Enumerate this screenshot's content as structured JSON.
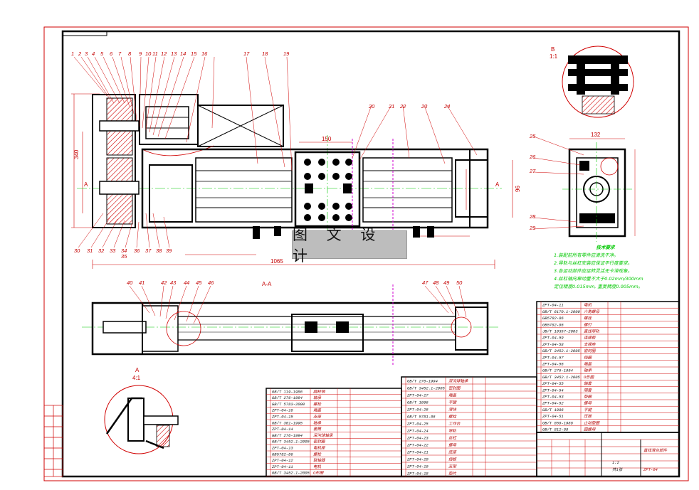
{
  "watermark": "图 文 设 计",
  "section_label": "A-A",
  "detail_b_label": "B",
  "detail_b_scale": "1:1",
  "detail_a_label": "A",
  "detail_a_scale": "4:1",
  "view_marker": "A",
  "balloons_top": [
    "1",
    "2",
    "3",
    "4",
    "5",
    "6",
    "7",
    "8",
    "9",
    "10",
    "11",
    "12",
    "13",
    "14",
    "15",
    "16",
    "17",
    "18",
    "19"
  ],
  "balloons_mid": [
    "20",
    "21",
    "22",
    "23",
    "24"
  ],
  "balloons_right": [
    "25",
    "26",
    "27",
    "28",
    "29"
  ],
  "balloons_bottom": [
    "30",
    "31",
    "32",
    "33",
    "34",
    "35",
    "36",
    "37",
    "38",
    "39"
  ],
  "balloons_section": [
    "40",
    "41",
    "42",
    "43",
    "44",
    "45",
    "46",
    "47",
    "48",
    "49",
    "50"
  ],
  "dimensions": {
    "overall": "1065",
    "span": "150",
    "width_side": "132",
    "height_left": "340",
    "height_right": "96"
  },
  "notes": {
    "title": "技术要求",
    "lines": [
      "1.装配前所有零件应清洗干净。",
      "2.导轨与丝杠安装应保证平行度要求。",
      "3.各运动部件应运转灵活无卡滞现象。",
      "4.丝杠轴向窜动量不大于0.02mm/300mm",
      "定位精度0.015mm, 重复精度0.005mm。"
    ]
  },
  "bom_left": [
    {
      "code": "GB/T 119-1986",
      "name": "圆柱销"
    },
    {
      "code": "GB/T 276-1994",
      "name": "轴承"
    },
    {
      "code": "GB/T 5783-2000",
      "name": "螺栓"
    },
    {
      "code": "ZPT-04-16",
      "name": "端盖"
    },
    {
      "code": "ZPT-04-15",
      "name": "支座"
    },
    {
      "code": "GB/T 301-1995",
      "name": "轴承"
    },
    {
      "code": "ZPT-04-14",
      "name": "套筒"
    },
    {
      "code": "GB/T 276-1994",
      "name": "深沟球轴承"
    },
    {
      "code": "GB/T 3452.1-2005",
      "name": "密封圈"
    },
    {
      "code": "ZPT-04-13",
      "name": "电机座"
    },
    {
      "code": "GB5782-86",
      "name": "螺栓"
    },
    {
      "code": "ZPT-04-12",
      "name": "联轴器"
    },
    {
      "code": "ZPT-04-11",
      "name": "电机"
    },
    {
      "code": "GB/T 3452.1-2005",
      "name": "O形圈"
    }
  ],
  "bom_mid": [
    {
      "code": "GB/T 276-1994",
      "name": "深沟球轴承"
    },
    {
      "code": "GB/T 3452.1-2005",
      "name": "密封圈"
    },
    {
      "code": "ZPT-04-27",
      "name": "端盖"
    },
    {
      "code": "GB/T 1096",
      "name": "平键"
    },
    {
      "code": "ZPT-04-26",
      "name": "滑块"
    },
    {
      "code": "GB/T 5781-86",
      "name": "螺栓"
    },
    {
      "code": "ZPT-04-25",
      "name": "工作台"
    },
    {
      "code": "ZPT-04-24",
      "name": "导轨"
    },
    {
      "code": "ZPT-04-23",
      "name": "丝杠"
    },
    {
      "code": "ZPT-04-22",
      "name": "螺母"
    },
    {
      "code": "ZPT-04-21",
      "name": "底座"
    },
    {
      "code": "ZPT-04-20",
      "name": "挡板"
    },
    {
      "code": "ZPT-04-19",
      "name": "支架"
    },
    {
      "code": "ZPT-04-18",
      "name": "垫片"
    }
  ],
  "bom_right": [
    {
      "code": "ZPT-04-11",
      "name": "电机"
    },
    {
      "code": "GB/T 6170.1-2000",
      "name": "六角螺母"
    },
    {
      "code": "GB5782-86",
      "name": "螺栓"
    },
    {
      "code": "GB5782-86",
      "name": "螺钉"
    },
    {
      "code": "JB/T 10357-2003",
      "name": "直线导轨"
    },
    {
      "code": "ZPT-04-59",
      "name": "连接板"
    },
    {
      "code": "ZPT-04-58",
      "name": "支撑座"
    },
    {
      "code": "GB/T 3452.1-2005",
      "name": "密封圈"
    },
    {
      "code": "ZPT-04-57",
      "name": "挡圈"
    },
    {
      "code": "ZPT-04-56",
      "name": "端盖"
    },
    {
      "code": "GB/T 276-1994",
      "name": "轴承"
    },
    {
      "code": "GB/T 3452.1-2005",
      "name": "O形圈"
    },
    {
      "code": "ZPT-04-55",
      "name": "轴套"
    },
    {
      "code": "ZPT-04-54",
      "name": "隔套"
    },
    {
      "code": "ZPT-04-53",
      "name": "垫圈"
    },
    {
      "code": "ZPT-04-52",
      "name": "螺母"
    },
    {
      "code": "GB/T 1096",
      "name": "平键"
    },
    {
      "code": "ZPT-04-51",
      "name": "压板"
    },
    {
      "code": "GB/T 858-1988",
      "name": "止动垫圈"
    },
    {
      "code": "GB/T 812-88",
      "name": "圆螺母"
    }
  ],
  "title_block": {
    "drawing_no": "ZPT-04",
    "name": "直线滑台部件",
    "scale": "1:2",
    "sheet": "共1张"
  }
}
